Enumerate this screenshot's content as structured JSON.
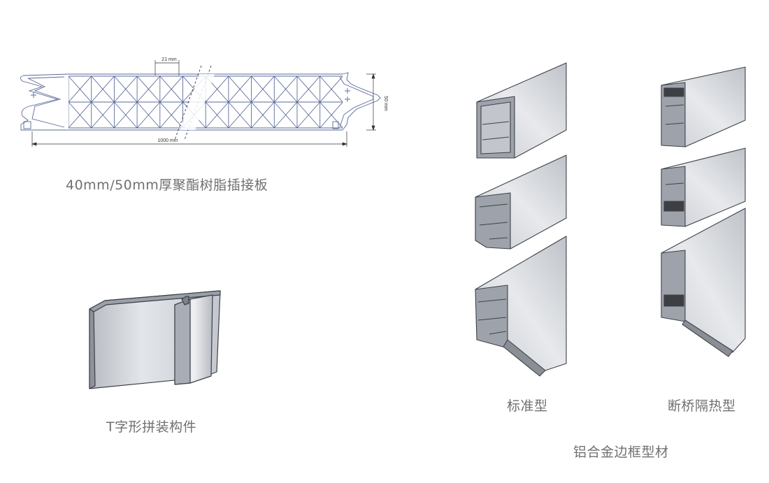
{
  "panel": {
    "caption": "40mm/50mm厚聚酯树脂插接板",
    "dim_width": "1000 mm",
    "dim_height": "50 mm",
    "dim_cell": "21 mm"
  },
  "tpiece": {
    "caption": "T字形拼装构件"
  },
  "frames": {
    "standard_caption": "标准型",
    "thermal_caption": "断桥隔热型",
    "group_caption": "铝合金边框型材"
  },
  "colors": {
    "line": "#5a6a9a",
    "metal_light": "#dcdfe4",
    "metal_mid": "#b9bdc4",
    "metal_dark": "#8d9299",
    "caption": "#707070"
  }
}
